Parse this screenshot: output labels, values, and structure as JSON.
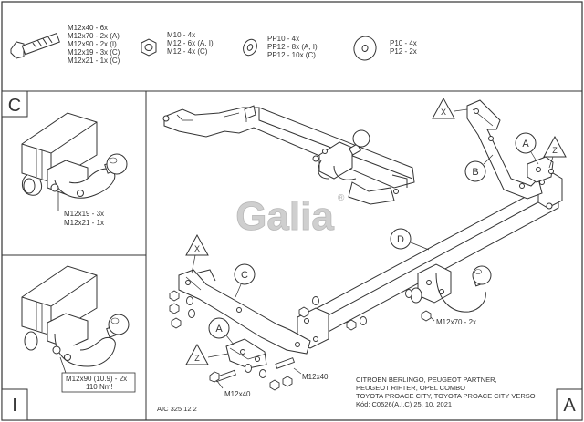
{
  "hardware_legend": {
    "bolt": [
      "M12x40 - 6x",
      "M12x70 - 2x (A)",
      "M12x90 - 2x (I)",
      "M12x19 - 3x (C)",
      "M12x21 - 1x (C)"
    ],
    "nut": [
      "M10 - 4x",
      "M12 - 6x (A, I)",
      "M12 - 4x (C)"
    ],
    "washer_small": [
      "PP10 - 4x",
      "PP12 - 8x (A, I)",
      "PP12 - 10x (C)"
    ],
    "washer_large": [
      "P10 - 4x",
      "P12 - 2x"
    ]
  },
  "panel_c": {
    "letter": "C",
    "labels": [
      "M12x19 - 3x",
      "M12x21 - 1x"
    ]
  },
  "panel_i": {
    "letter": "I",
    "labels": [
      "M12x90 (10.9) - 2x",
      "110 Nm!"
    ]
  },
  "panel_a": {
    "letter": "A",
    "brand": "Galia",
    "registered": "®",
    "callouts": {
      "x_top": "X",
      "a_top": "A",
      "b": "B",
      "z_top": "Z",
      "d": "D",
      "x_left": "X",
      "c_left": "C",
      "a_left": "A",
      "z_left": "Z"
    },
    "bolt_labels": {
      "m12x70": "M12x70 - 2x",
      "m12x40_right": "M12x40",
      "m12x40_left": "M12x40"
    },
    "doc_code": "AIC 325 12 2",
    "vehicle_info": [
      "CITROEN BERLINGO, PEUGEOT PARTNER,",
      "PEUGEOT RIFTER, OPEL COMBO",
      "TOYOTA PROACE CITY, TOYOTA PROACE CITY VERSO",
      "Kód: C0526(A,I,C)  25. 10. 2021"
    ]
  }
}
